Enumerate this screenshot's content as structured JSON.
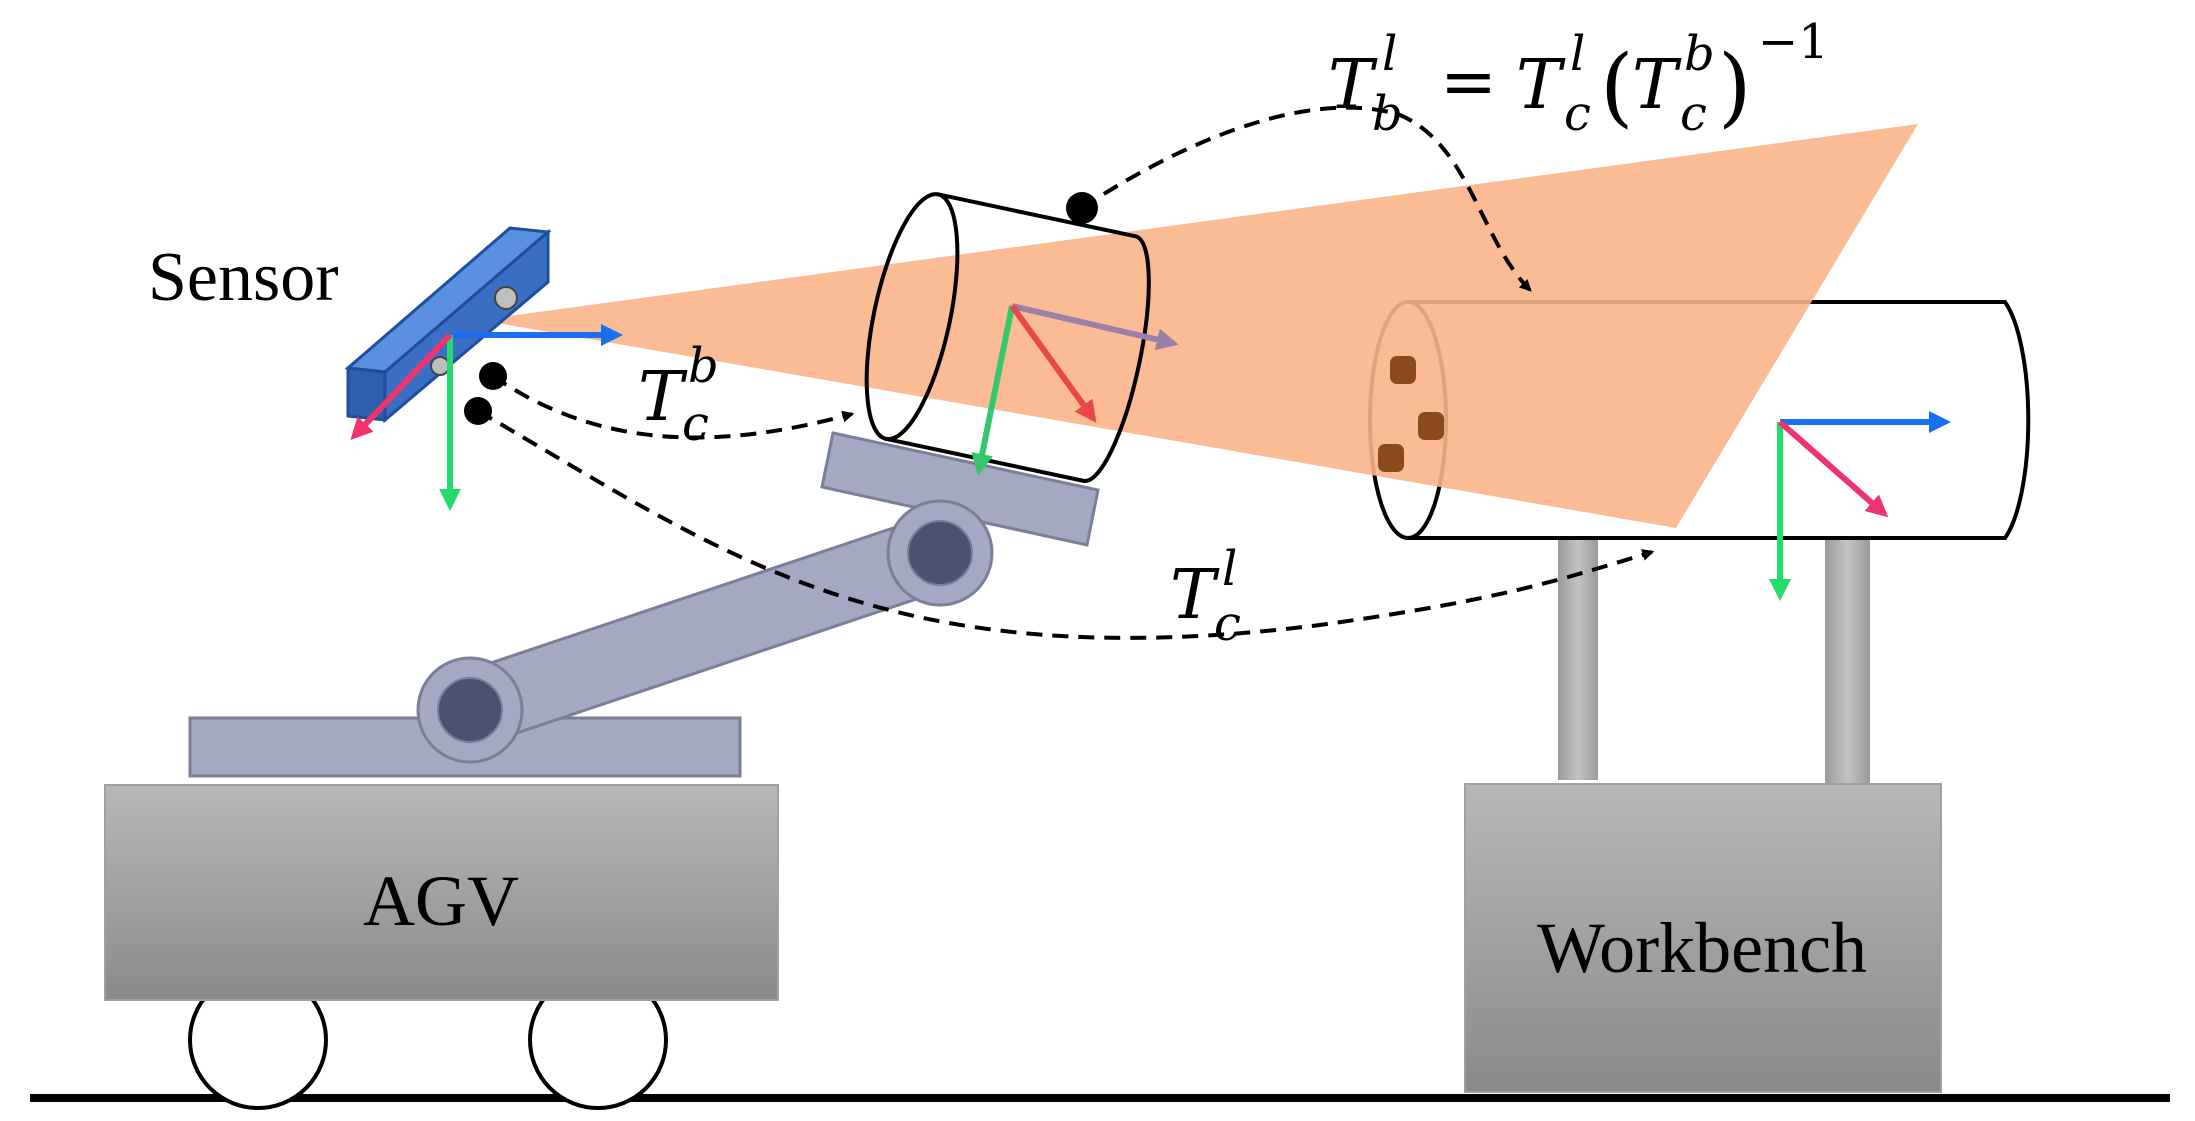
{
  "labels": {
    "sensor": "Sensor",
    "agv": "AGV",
    "workbench": "Workbench"
  },
  "equations": {
    "t_c_b": {
      "base": "T",
      "sub": "c",
      "sup": "b"
    },
    "t_c_l": {
      "base": "T",
      "sub": "c",
      "sup": "l"
    },
    "relation": {
      "lhs_base": "T",
      "lhs_sub": "b",
      "lhs_sup": "l",
      "equals": "=",
      "r1_base": "T",
      "r1_sub": "c",
      "r1_sup": "l",
      "open_paren": "(",
      "r2_base": "T",
      "r2_sub": "c",
      "r2_sup": "b",
      "close_paren": ")",
      "exponent": "−1"
    }
  },
  "colors": {
    "fov": "#f9b48a",
    "sensor": "#3b6fc4",
    "arm": "#a4a8c2",
    "joint": "#4a5270",
    "base_gray_top": "#b4b4b4",
    "base_gray_bottom": "#8c8c8c",
    "x_axis": "#1a6ff0",
    "y_axis": "#22dd6a",
    "z_axis": "#f0336e",
    "hole": "#8a4a1c"
  }
}
